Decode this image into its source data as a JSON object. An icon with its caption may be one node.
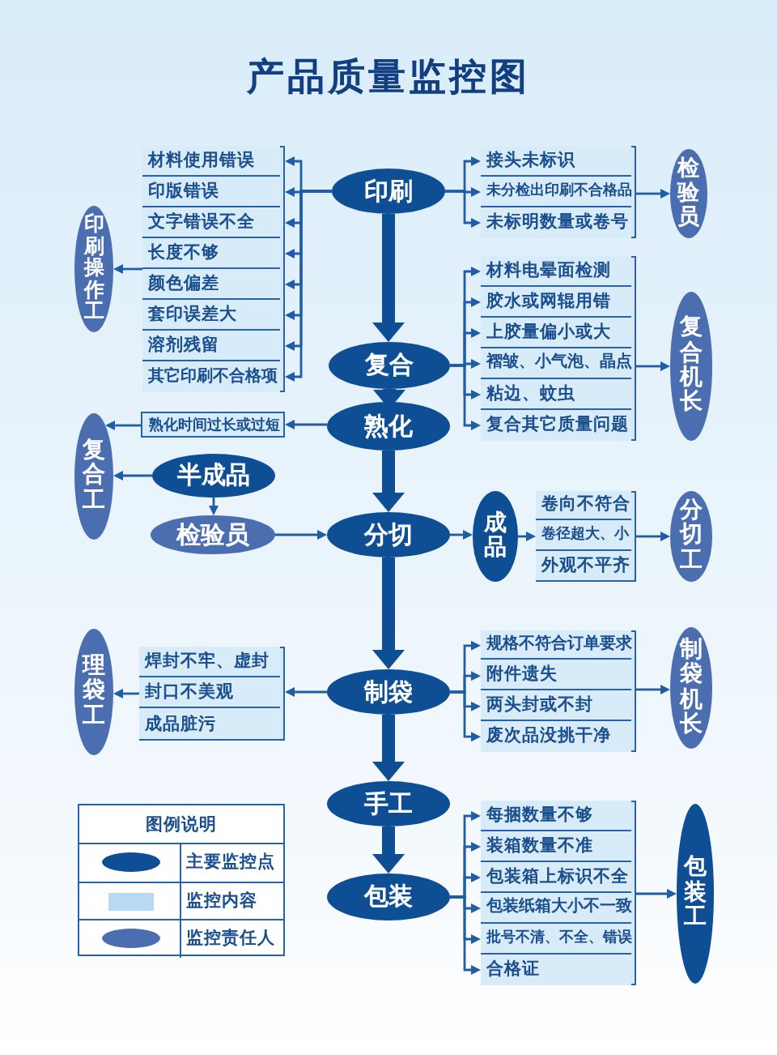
{
  "diagram": {
    "title": "产品质量监控图",
    "nodes": [
      {
        "text": [
          "印刷"
        ]
      },
      {
        "text": [],
        "shape": "box"
      },
      {
        "text": [
          "材料使用错误"
        ],
        "in": 1
      },
      {
        "text": [
          "印版错误"
        ],
        "in": 1
      },
      {
        "text": [
          "文字错误不全"
        ],
        "in": 1
      },
      {
        "text": [
          "长度不够"
        ],
        "in": 1
      },
      {
        "text": [
          "颜色偏差"
        ],
        "in": 1
      },
      {
        "text": [
          "套印误差大"
        ],
        "in": 1
      },
      {
        "text": [
          "溶剂残留"
        ],
        "in": 1
      },
      {
        "text": [
          "其它印刷不合格项"
        ],
        "in": 1
      },
      {
        "text": [
          "印刷操作工"
        ]
      },
      {
        "text": [],
        "shape": "box"
      },
      {
        "text": [
          "接头未标识"
        ],
        "in": 11
      },
      {
        "text": [
          "未分检出印刷不合格品"
        ],
        "in": 11
      },
      {
        "text": [
          "未标明数量或卷号"
        ],
        "in": 11
      },
      {
        "text": [
          "检验员"
        ]
      },
      {
        "text": [
          "复合"
        ]
      },
      {
        "text": [],
        "shape": "box"
      },
      {
        "text": [
          "材料电晕面检测"
        ],
        "in": 17
      },
      {
        "text": [
          "胶水或网辊用错"
        ],
        "in": 17
      },
      {
        "text": [
          "上胶量偏小或大"
        ],
        "in": 17
      },
      {
        "text": [
          "褶皱、小气泡、晶点"
        ],
        "in": 17
      },
      {
        "text": [
          "粘边、蚊虫"
        ],
        "in": 17
      },
      {
        "text": [
          "复合其它质量问题"
        ],
        "in": 17
      },
      {
        "text": [
          "复合机长"
        ]
      },
      {
        "text": [
          "熟化"
        ]
      },
      {
        "text": [
          "熟化时间过长或过短"
        ]
      },
      {
        "text": [
          "复合工"
        ]
      },
      {
        "text": [
          "半成品"
        ]
      },
      {
        "text": [
          "检验员"
        ]
      },
      {
        "text": [
          "分切"
        ]
      },
      {
        "text": [
          "成品"
        ]
      },
      {
        "text": [],
        "shape": "box"
      },
      {
        "text": [
          "卷向不符合"
        ],
        "in": 32
      },
      {
        "text": [
          "卷径超大、小"
        ],
        "in": 32
      },
      {
        "text": [
          "外观不平齐"
        ],
        "in": 32
      },
      {
        "text": [
          "分切工"
        ]
      },
      {
        "text": [
          "制袋"
        ]
      },
      {
        "text": [],
        "shape": "box"
      },
      {
        "text": [
          "焊封不牢、虚封"
        ],
        "in": 38
      },
      {
        "text": [
          "封口不美观"
        ],
        "in": 38
      },
      {
        "text": [
          "成品脏污"
        ],
        "in": 38
      },
      {
        "text": [
          "理袋工"
        ]
      },
      {
        "text": [],
        "shape": "box"
      },
      {
        "text": [
          "规格不符合订单要求"
        ],
        "in": 43
      },
      {
        "text": [
          "附件遗失"
        ],
        "in": 43
      },
      {
        "text": [
          "两头封或不封"
        ],
        "in": 43
      },
      {
        "text": [
          "废次品没挑干净"
        ],
        "in": 43
      },
      {
        "text": [
          "制袋机长"
        ]
      },
      {
        "text": [
          "手工"
        ]
      },
      {
        "text": [
          "包装"
        ]
      },
      {
        "text": [],
        "shape": "box"
      },
      {
        "text": [
          "每捆数量不够"
        ],
        "in": 51
      },
      {
        "text": [
          "装箱数量不准"
        ],
        "in": 51
      },
      {
        "text": [
          "包装箱上标识不全"
        ],
        "in": 51
      },
      {
        "text": [
          "包装纸箱大小不一致"
        ],
        "in": 51
      },
      {
        "text": [
          "批号不清、不全、错误"
        ],
        "in": 51
      },
      {
        "text": [
          "合格证"
        ],
        "in": 51
      },
      {
        "text": [
          "包装工"
        ]
      }
    ],
    "edges": [
      {
        "from": 0,
        "to": 16,
        "arrow": "to",
        "style": "thick"
      },
      {
        "from": 0,
        "to": 2,
        "arrow": "to"
      },
      {
        "from": 0,
        "to": 3,
        "arrow": "to"
      },
      {
        "from": 0,
        "to": 4,
        "arrow": "to"
      },
      {
        "from": 0,
        "to": 5,
        "arrow": "to"
      },
      {
        "from": 0,
        "to": 6,
        "arrow": "to"
      },
      {
        "from": 0,
        "to": 7,
        "arrow": "to"
      },
      {
        "from": 0,
        "to": 8,
        "arrow": "to"
      },
      {
        "from": 0,
        "to": 9,
        "arrow": "to"
      },
      {
        "from": 1,
        "to": 10,
        "arrow": "to"
      },
      {
        "from": 0,
        "to": 12,
        "arrow": "to"
      },
      {
        "from": 0,
        "to": 13,
        "arrow": "to"
      },
      {
        "from": 0,
        "to": 14,
        "arrow": "to"
      },
      {
        "from": 11,
        "to": 15,
        "arrow": "to"
      },
      {
        "from": 16,
        "to": 25,
        "arrow": "to",
        "style": "thick"
      },
      {
        "from": 16,
        "to": 18,
        "arrow": "to"
      },
      {
        "from": 16,
        "to": 19,
        "arrow": "to"
      },
      {
        "from": 16,
        "to": 20,
        "arrow": "to"
      },
      {
        "from": 16,
        "to": 21,
        "arrow": "to"
      },
      {
        "from": 16,
        "to": 22,
        "arrow": "to"
      },
      {
        "from": 16,
        "to": 23,
        "arrow": "to"
      },
      {
        "from": 17,
        "to": 24,
        "arrow": "to"
      },
      {
        "from": 25,
        "to": 26,
        "arrow": "to"
      },
      {
        "from": 26,
        "to": 27,
        "arrow": "to"
      },
      {
        "from": 25,
        "to": 30,
        "arrow": "to",
        "style": "thick"
      },
      {
        "from": 28,
        "to": 27,
        "arrow": "to"
      },
      {
        "from": 28,
        "to": 29,
        "arrow": "to"
      },
      {
        "from": 29,
        "to": 30,
        "arrow": "to"
      },
      {
        "from": 30,
        "to": 31,
        "arrow": "to"
      },
      {
        "from": 31,
        "to": 32,
        "arrow": "to"
      },
      {
        "from": 32,
        "to": 36,
        "arrow": "to"
      },
      {
        "from": 30,
        "to": 37,
        "arrow": "to",
        "style": "thick"
      },
      {
        "from": 37,
        "to": 38,
        "arrow": "to"
      },
      {
        "from": 38,
        "to": 42,
        "arrow": "to"
      },
      {
        "from": 37,
        "to": 44,
        "arrow": "to"
      },
      {
        "from": 37,
        "to": 45,
        "arrow": "to"
      },
      {
        "from": 37,
        "to": 46,
        "arrow": "to"
      },
      {
        "from": 37,
        "to": 47,
        "arrow": "to"
      },
      {
        "from": 43,
        "to": 48,
        "arrow": "to"
      },
      {
        "from": 37,
        "to": 49,
        "arrow": "to",
        "style": "thick"
      },
      {
        "from": 49,
        "to": 50,
        "arrow": "to",
        "style": "thick"
      },
      {
        "from": 50,
        "to": 52,
        "arrow": "to"
      },
      {
        "from": 50,
        "to": 53,
        "arrow": "to"
      },
      {
        "from": 50,
        "to": 54,
        "arrow": "to"
      },
      {
        "from": 50,
        "to": 55,
        "arrow": "to"
      },
      {
        "from": 50,
        "to": 56,
        "arrow": "to"
      },
      {
        "from": 50,
        "to": 57,
        "arrow": "to"
      },
      {
        "from": 51,
        "to": 58,
        "arrow": "to"
      }
    ],
    "labels": [
      "图例说明"
    ],
    "legend": [
      {
        "text": "主要监控点"
      },
      {
        "text": "监控内容",
        "color": "#b9d9f2"
      },
      {
        "text": "监控责任人"
      }
    ]
  }
}
